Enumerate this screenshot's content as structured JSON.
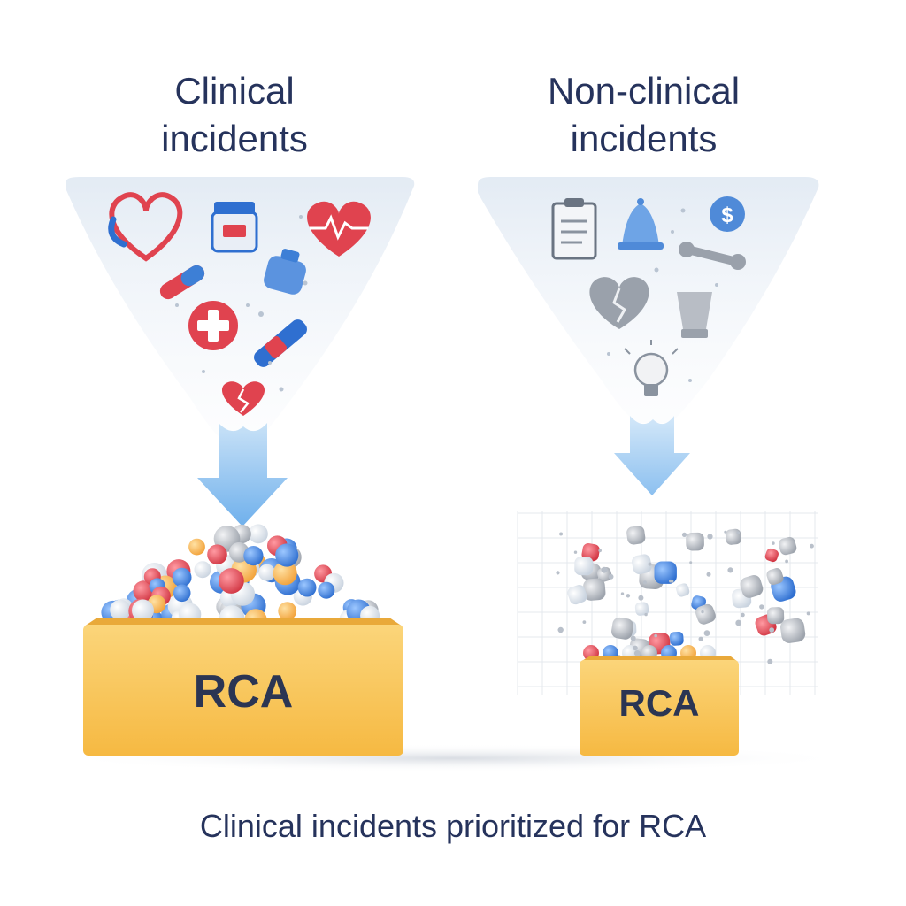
{
  "left_panel": {
    "title_line1": "Clinical",
    "title_line2": "incidents",
    "box_label": "RCA",
    "icons": [
      "heart-stethoscope-icon",
      "medicine-jar-icon",
      "heartbeat-heart-icon",
      "pill-capsule-icon",
      "iv-bag-icon",
      "medical-cross-icon",
      "syringe-icon",
      "broken-heart-icon"
    ]
  },
  "right_panel": {
    "title_line1": "Non-clinical",
    "title_line2": "incidents",
    "box_label": "RCA",
    "icons": [
      "clipboard-icon",
      "bell-icon",
      "dollar-coin-icon",
      "wrench-icon",
      "broken-heart-icon",
      "cup-icon",
      "lightbulb-icon"
    ]
  },
  "caption": "Clinical incidents prioritized for RCA",
  "colors": {
    "text": "#26335c",
    "rca_box": "#f9c75a",
    "arrow": "#8fc1ee",
    "clinical_red": "#e0434f",
    "clinical_blue": "#3d7fd6",
    "nonclinical_grey": "#9aa1ab"
  }
}
